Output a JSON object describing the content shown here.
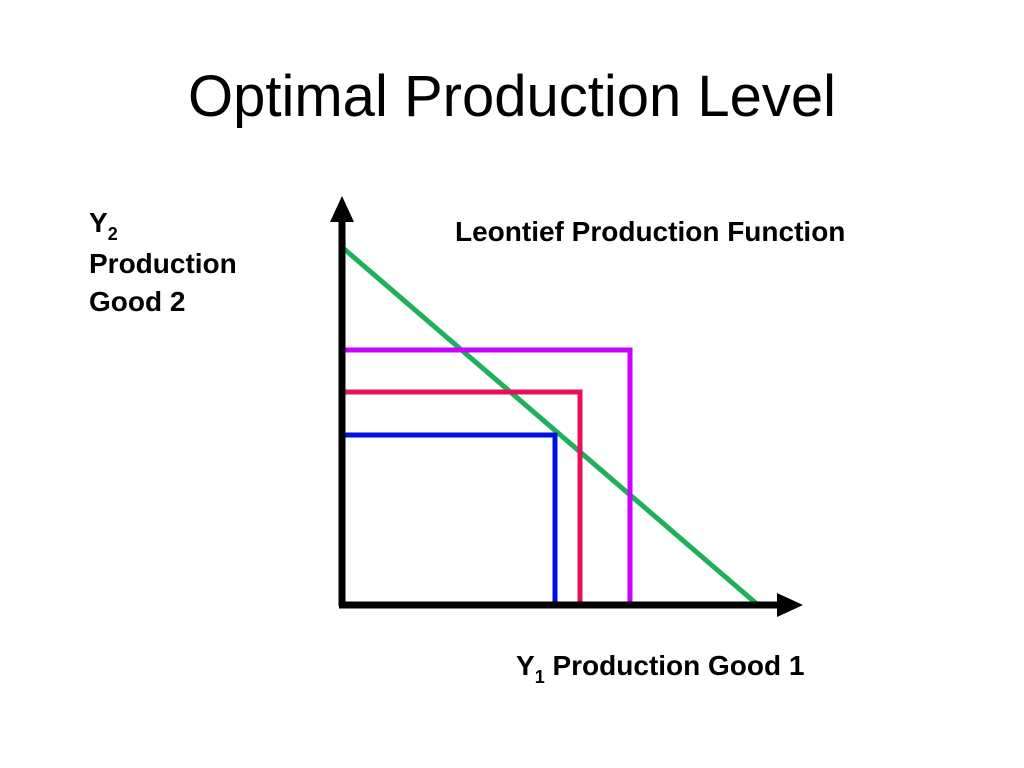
{
  "slide": {
    "title": "Optimal Production Level"
  },
  "diagram": {
    "function_label": "Leontief Production Function",
    "y_axis": {
      "variable": "Y",
      "subscript": "2",
      "line1": "Production",
      "line2": "Good 2"
    },
    "x_axis": {
      "variable": "Y",
      "subscript": "1",
      "label": " Production Good 1"
    },
    "colors": {
      "axes": "#000000",
      "budget_line": "#1db15a",
      "outer_isoquant": "#cc00ff",
      "middle_isoquant": "#e8105a",
      "inner_isoquant": "#0010e0"
    }
  }
}
